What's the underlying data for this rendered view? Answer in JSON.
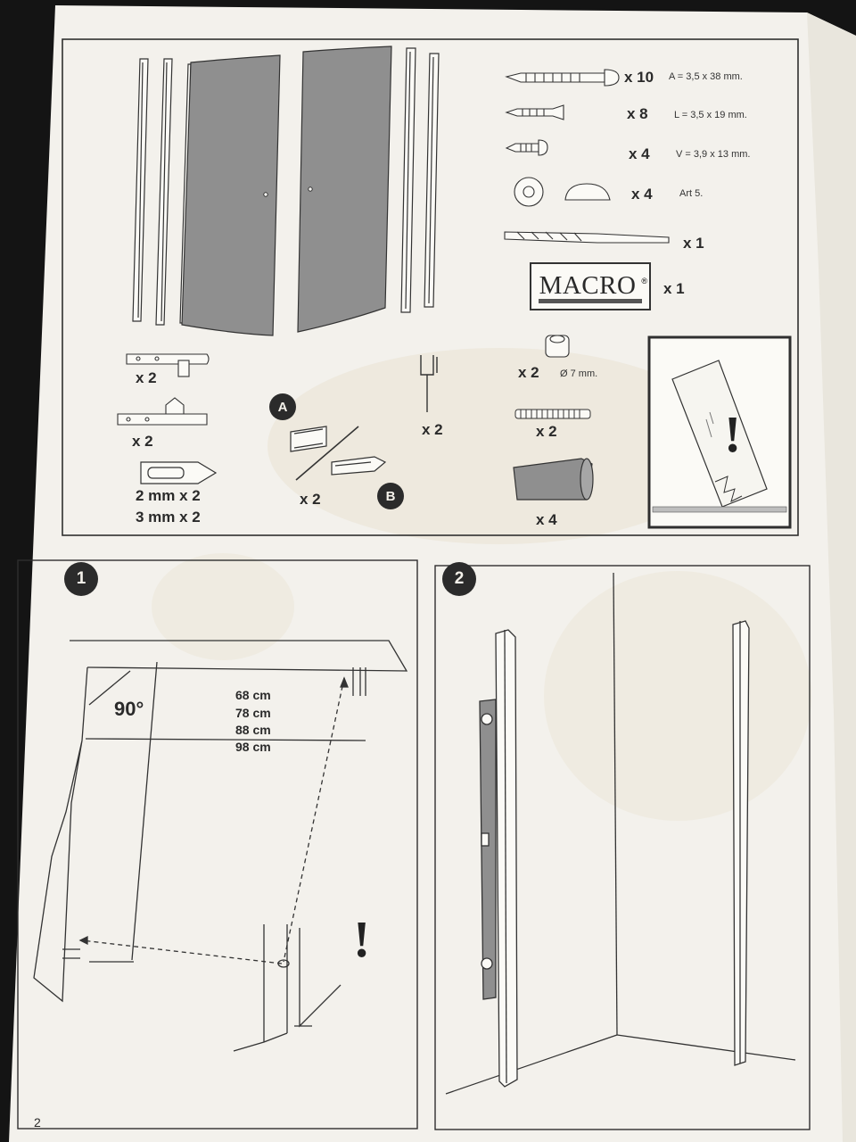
{
  "page_number": "2",
  "parts": {
    "screw_a": {
      "qty": "x 10",
      "spec": "A = 3,5 x 38 mm."
    },
    "screw_l": {
      "qty": "x 8",
      "spec": "L = 3,5 x 19 mm."
    },
    "screw_v": {
      "qty": "x 4",
      "spec": "V = 3,9 x 13 mm."
    },
    "cap": {
      "qty": "x 4",
      "spec": "Art 5."
    },
    "drill_bit": {
      "qty": "x 1"
    },
    "brand": {
      "name": "MACRO",
      "mark": "®",
      "qty": "x 1"
    },
    "hinge_plate": {
      "qty": "x 2"
    },
    "pivot_plate": {
      "qty": "x 2"
    },
    "shim": {
      "line1": "2 mm x 2",
      "line2": "3 mm x 2"
    },
    "seal": {
      "label_a": "A",
      "label_b": "B",
      "qty": "x 2"
    },
    "u_profile": {
      "qty": "x 2"
    },
    "spacer": {
      "qty": "x 2",
      "spec": "Ø 7 mm."
    },
    "threaded_rod": {
      "qty": "x 2"
    },
    "plug": {
      "qty": "x 4"
    },
    "warning_symbol": "!"
  },
  "step1": {
    "number": "1",
    "angle": "90°",
    "widths": [
      "68 cm",
      "78 cm",
      "88 cm",
      "98 cm"
    ],
    "warning_symbol": "!"
  },
  "step2": {
    "number": "2"
  },
  "colors": {
    "paper": "#f3f1ec",
    "ink": "#2b2b2b",
    "panel_fill": "#8f8f8f",
    "background": "#141414"
  }
}
